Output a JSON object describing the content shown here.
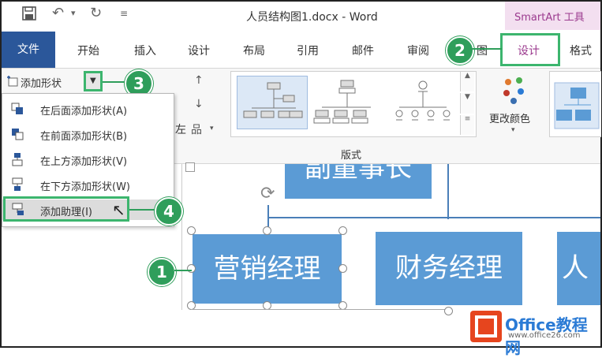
{
  "titlebar": {
    "doc_title": "人员结构图1.docx - Word",
    "context_tab": "SmartArt 工具"
  },
  "tabs": {
    "file": "文件",
    "items": [
      "开始",
      "插入",
      "设计",
      "布局",
      "引用",
      "邮件",
      "审阅",
      "图",
      "设计",
      "格式"
    ]
  },
  "ribbon": {
    "add_shape_label": "添加形状",
    "layout_group_label": "版式",
    "change_colors_label": "更改颜色",
    "left_partial": "左",
    "org_glyph": "品"
  },
  "menu": {
    "items": [
      {
        "label": "在后面添加形状(A)"
      },
      {
        "label": "在前面添加形状(B)"
      },
      {
        "label": "在上方添加形状(V)"
      },
      {
        "label": "在下方添加形状(W)"
      },
      {
        "label": "添加助理(I)"
      }
    ]
  },
  "badges": [
    "1",
    "2",
    "3",
    "4"
  ],
  "canvas": {
    "top_shape_text": "副董事长",
    "shape1_text": "营销经理",
    "shape2_text": "财务经理",
    "shape3_text": "人"
  },
  "watermark": {
    "text": "Office教程网",
    "url": "www.office26.com"
  },
  "colors": {
    "accent": "#2b579a",
    "smartart_blue": "#5b9bd5",
    "badge_green": "#2f9e5b",
    "smartart_context": "#9b3a8e"
  }
}
